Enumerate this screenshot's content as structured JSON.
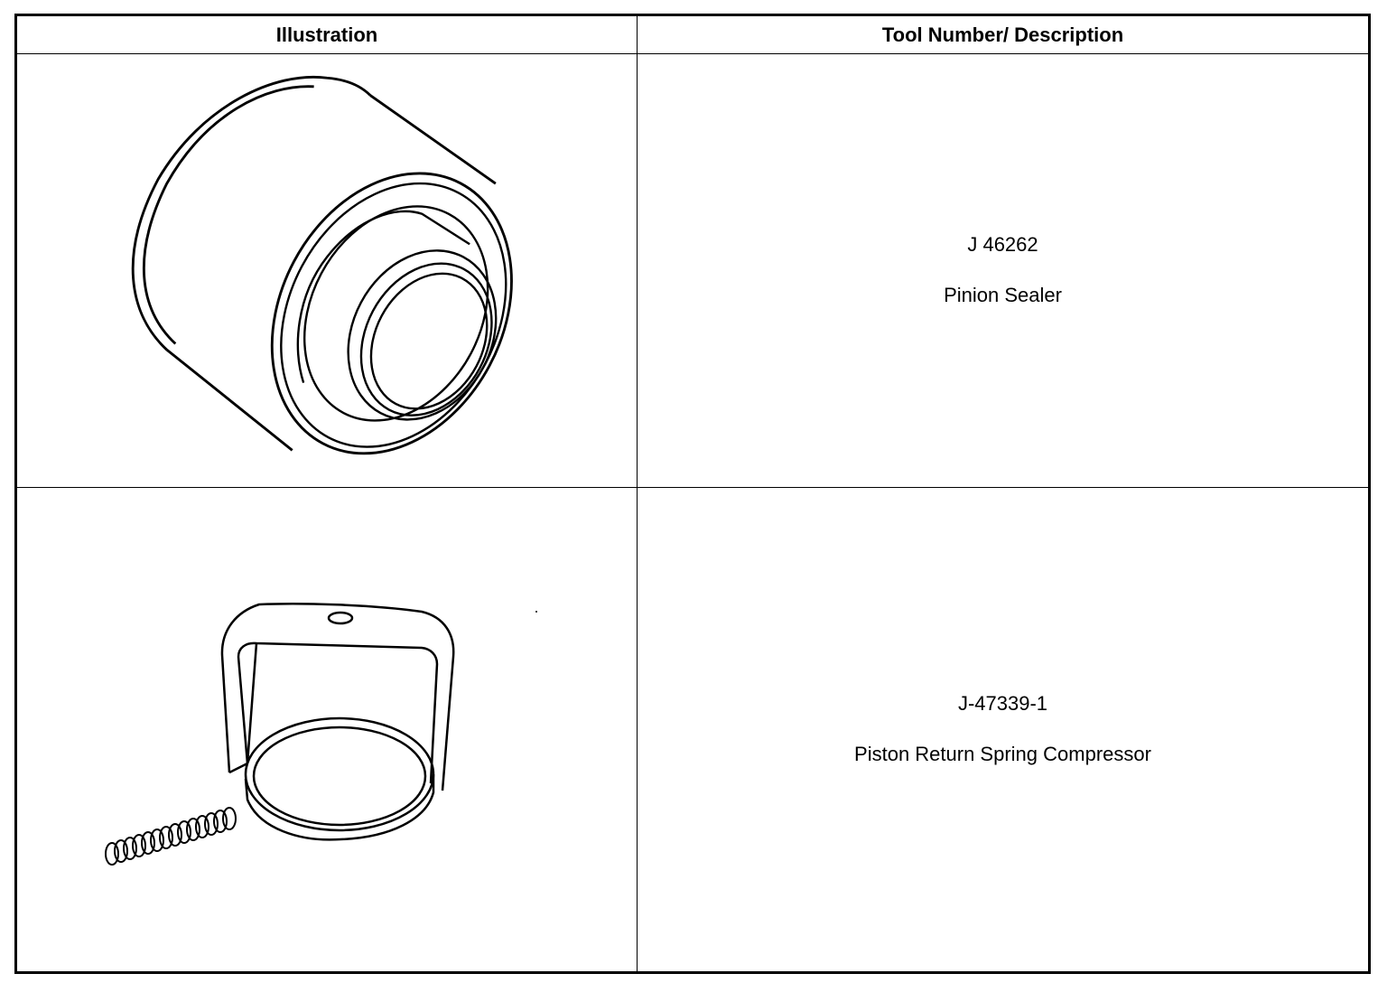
{
  "table": {
    "headers": [
      "Illustration",
      "Tool Number/ Description"
    ],
    "rows": [
      {
        "illustration_icon": "pinion-sealer-drawing",
        "tool_number": "J 46262",
        "description": "Pinion Sealer"
      },
      {
        "illustration_icon": "spring-compressor-drawing",
        "tool_number": "J-47339-1",
        "description": "Piston Return Spring Compressor"
      }
    ]
  }
}
